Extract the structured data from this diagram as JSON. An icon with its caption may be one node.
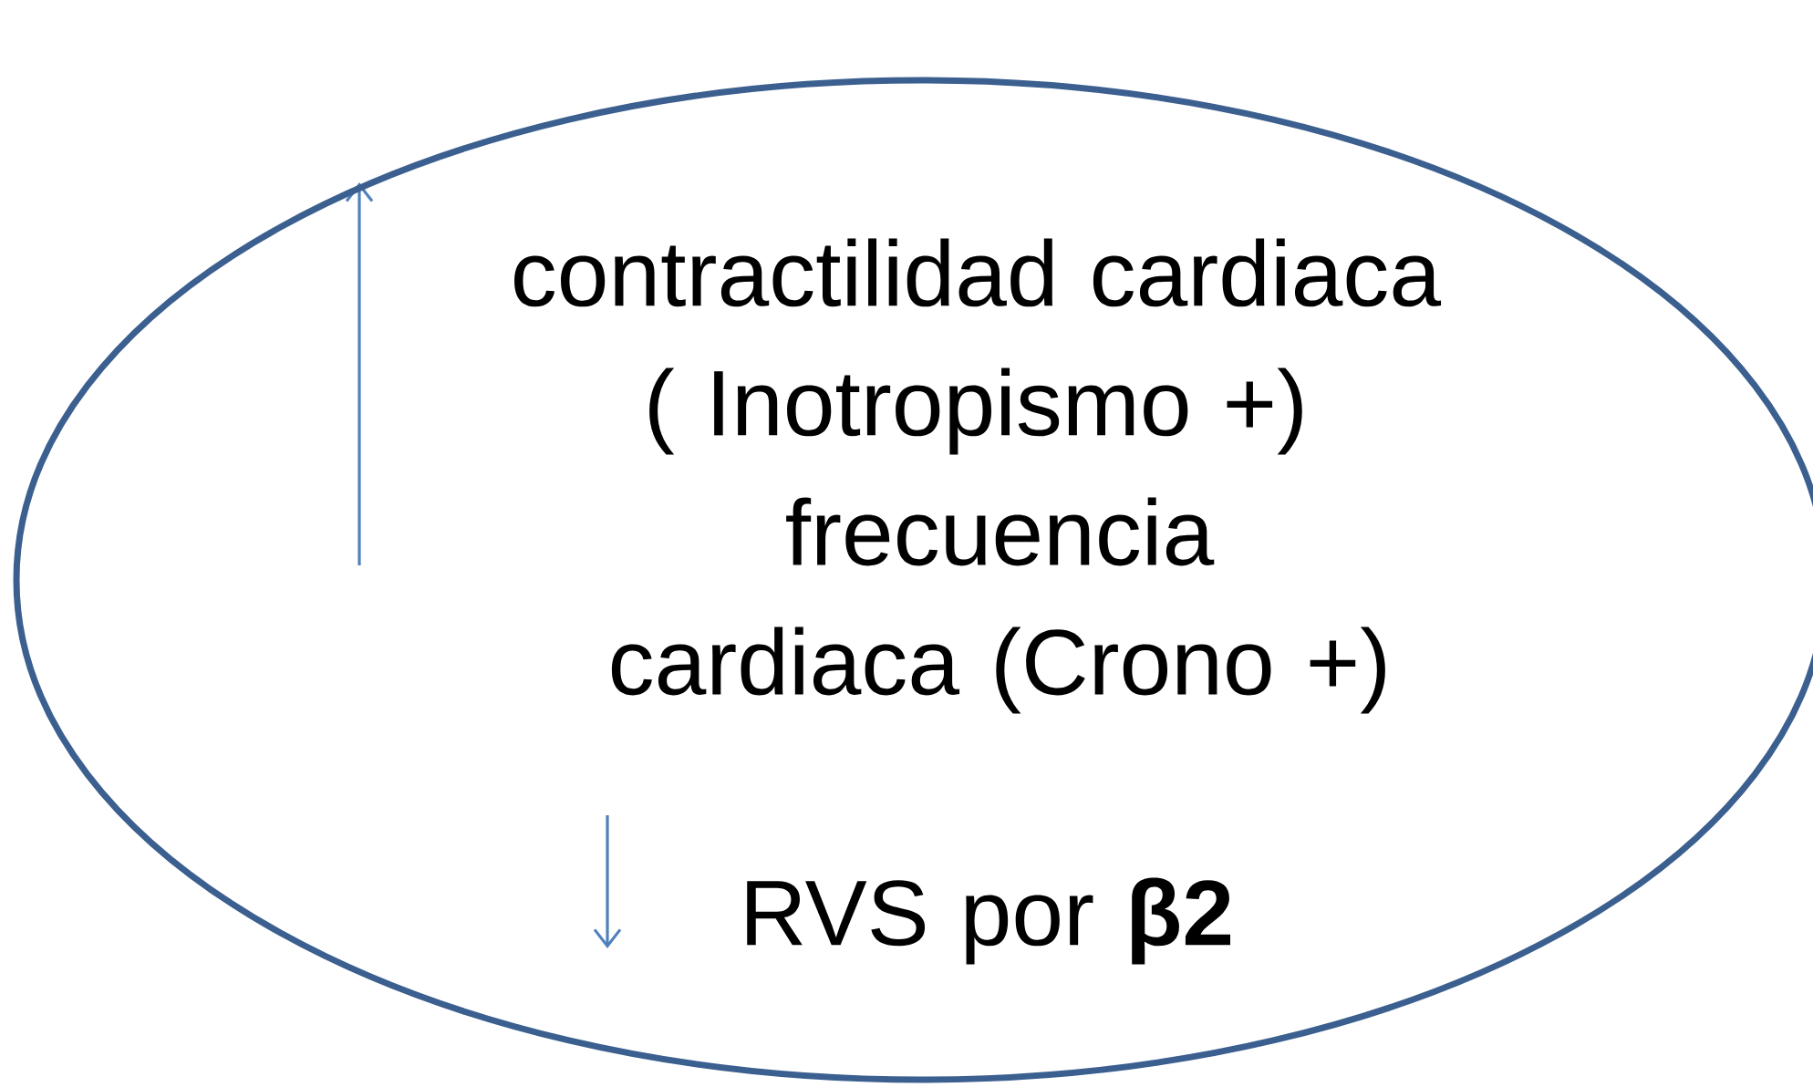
{
  "diagram": {
    "nodes": [
      {
        "text": [
          "contractilidad cardiaca ( Inotropismo +)",
          "frecuencia cardiaca (Crono +)",
          "RVS por **β2**"
        ]
      }
    ]
  }
}
